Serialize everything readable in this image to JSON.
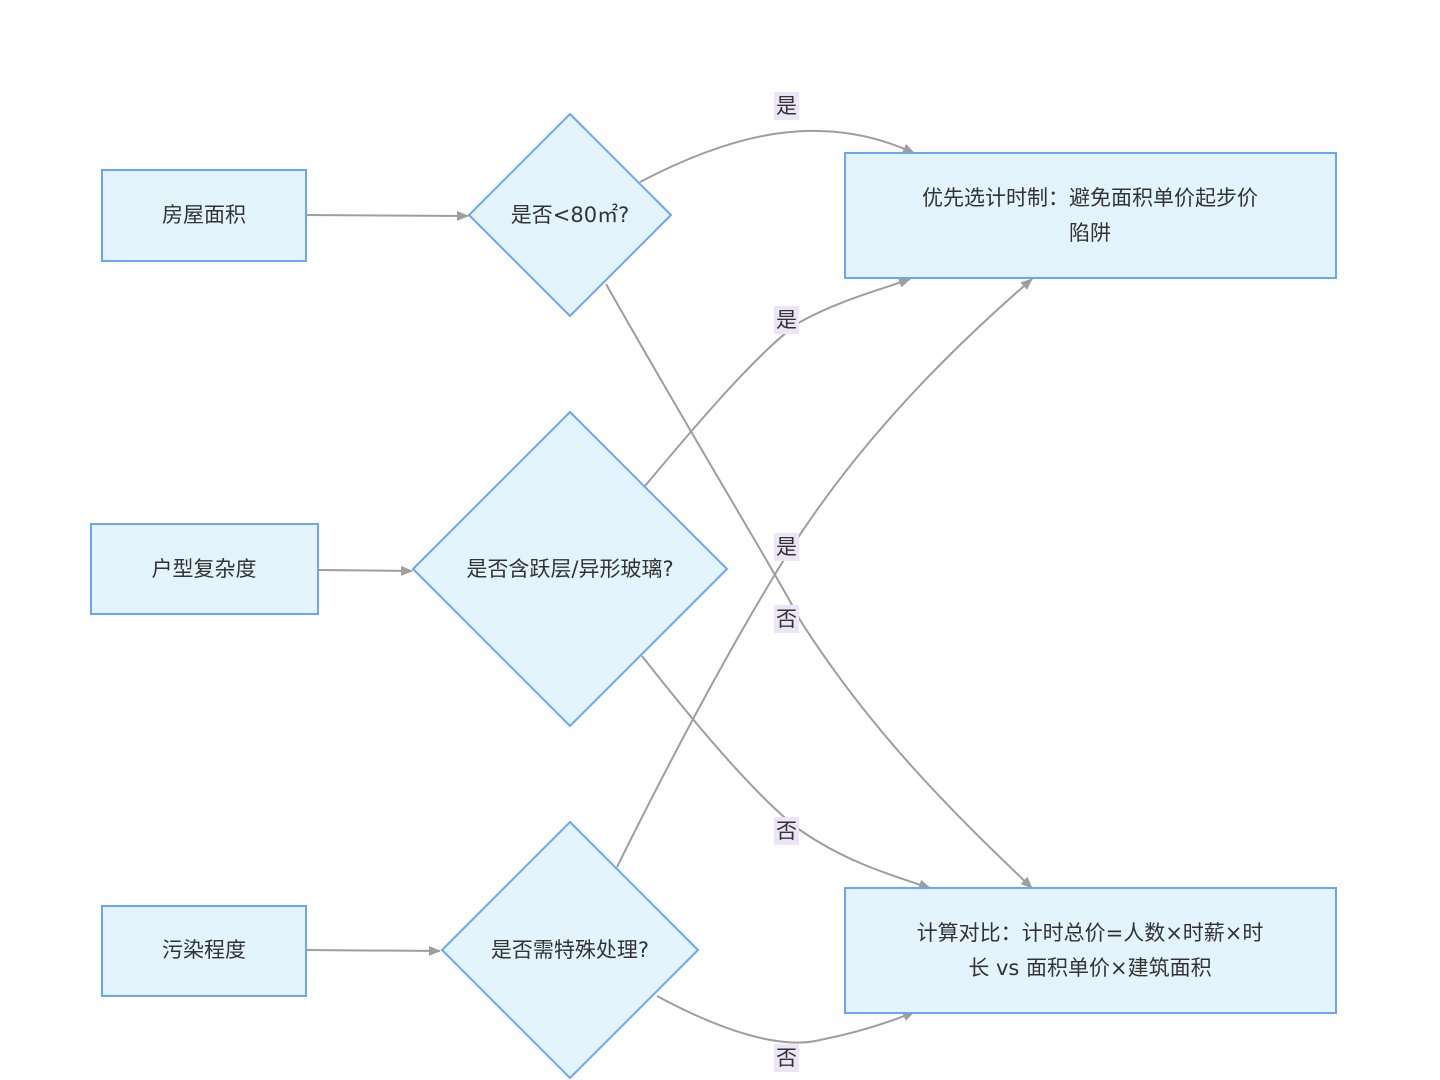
{
  "nodes": {
    "area": "房屋面积",
    "layout": "户型复杂度",
    "pollution": "污染程度",
    "q_area": "是否<80㎡?",
    "q_layout": "是否含跃层/异形玻璃?",
    "q_pollution": "是否需特殊处理?",
    "result_hourly": [
      "优先选计时制：避免面积单价起步价",
      "陷阱"
    ],
    "result_compare": [
      "计算对比：计时总价=人数×时薪×时",
      "长 vs 面积单价×建筑面积"
    ]
  },
  "edge_labels": {
    "area_yes": "是",
    "area_no": "否",
    "layout_yes": "是",
    "layout_no": "否",
    "pollution_yes": "是",
    "pollution_no": "否"
  },
  "colors": {
    "node_fill": "#e3f4fc",
    "node_stroke": "#6aa6f5",
    "edge": "#9e9e9e",
    "label_bg": "#ece4f7"
  }
}
